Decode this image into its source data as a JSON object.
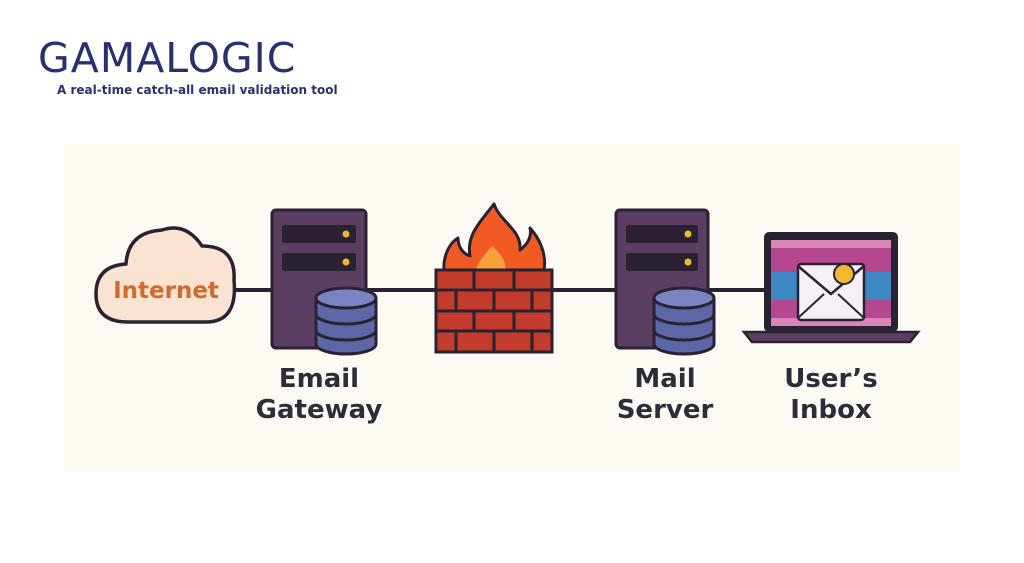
{
  "brand": {
    "name": "GAMALOGIC",
    "tagline": "A real-time catch-all email validation tool"
  },
  "diagram": {
    "nodes": [
      {
        "id": "internet",
        "label": "Internet",
        "icon": "cloud-icon"
      },
      {
        "id": "gateway",
        "label_line1": "Email",
        "label_line2": "Gateway",
        "icon": "server-database-icon"
      },
      {
        "id": "firewall",
        "icon": "firewall-icon"
      },
      {
        "id": "mailserver",
        "label_line1": "Mail",
        "label_line2": "Server",
        "icon": "server-database-icon"
      },
      {
        "id": "inbox",
        "label_line1": "User’s",
        "label_line2": "Inbox",
        "icon": "laptop-envelope-icon"
      }
    ],
    "connections": [
      [
        "internet",
        "gateway"
      ],
      [
        "gateway",
        "firewall"
      ],
      [
        "firewall",
        "mailserver"
      ],
      [
        "mailserver",
        "inbox"
      ]
    ]
  },
  "colors": {
    "brand": "#28306f",
    "server_body": "#5c3e63",
    "database": "#5d66a6",
    "firewall_brick": "#c23b2b",
    "flame": "#f15a22",
    "cloud_fill": "#fbe3d1",
    "cloud_text": "#d06a2e",
    "laptop_screen_pink": "#b4478f",
    "laptop_screen_blue": "#3e88c4",
    "indicator": "#f5b731"
  }
}
